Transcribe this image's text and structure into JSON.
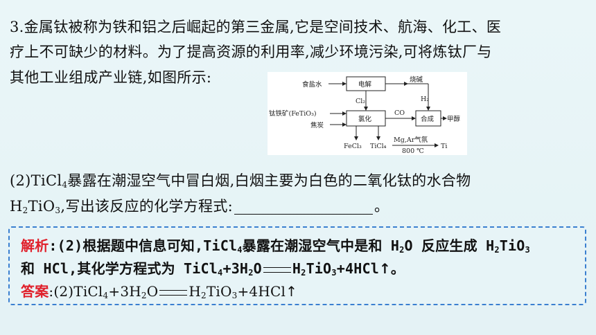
{
  "question": {
    "line1": "3.金属钛被称为铁和铝之后崛起的第三金属,它是空间技术、航海、化工、医",
    "line2": "疗上不可缺少的材料。为了提高资源的利用率,减少环境污染,可将炼钛厂与",
    "line3": "其他工业组成产业链,如图所示:",
    "part2_a_pre": "(2)TiCl",
    "part2_a_sub": "4",
    "part2_a_post": "暴露在潮湿空气中冒白烟,白烟主要为白色的二氧化钛的水合物",
    "part2_b_h": "H",
    "part2_b_sub1": "2",
    "part2_b_ti": "TiO",
    "part2_b_sub2": "3",
    "part2_b_post": ",写出该反应的化学方程式:",
    "part2_b_end": "。"
  },
  "flowchart": {
    "input_salt": "食盐水",
    "box_electrolysis": "电解",
    "output_caustic": "烧碱",
    "label_cl2": "Cl₂",
    "label_h2": "H₂",
    "input_ore": "钛铁矿(FeTiO₃)",
    "input_coke": "焦炭",
    "box_chlorination": "氯化",
    "label_co": "CO",
    "box_synthesis": "合成",
    "output_methanol": "甲醇",
    "output_fecl3": "FeCl₃",
    "output_ticl4": "TiCl₄",
    "label_mg_ar": "Mg,Ar气氛",
    "label_temp": "800 ℃",
    "output_ti": "Ti"
  },
  "answer": {
    "analysis_label": "解析",
    "colon": ":",
    "analysis_a_pre": "(2)根据题中信息可知,TiCl",
    "analysis_a_sub": "4",
    "analysis_a_mid": "暴露在潮湿空气中是和 H",
    "analysis_a_sub2": "2",
    "analysis_a_post": "O 反应生成 H",
    "analysis_a_sub3": "2",
    "analysis_a_end": "TiO",
    "analysis_a_sub4": "3",
    "analysis_b_pre": "和 HCl,其化学方程式为 TiCl",
    "analysis_b_s1": "4",
    "analysis_b_m1": "+3H",
    "analysis_b_s2": "2",
    "analysis_b_m2": "O",
    "analysis_b_m3": "H",
    "analysis_b_s3": "2",
    "analysis_b_m4": "TiO",
    "analysis_b_s4": "3",
    "analysis_b_m5": "+4HCl",
    "analysis_b_arrow": "↑",
    "analysis_b_end": "。",
    "answer_label": "答案",
    "ans_pre": "(2)TiCl",
    "ans_s1": "4",
    "ans_m1": "+3H",
    "ans_s2": "2",
    "ans_m2": "O",
    "ans_m3": "H",
    "ans_s3": "2",
    "ans_m4": "TiO",
    "ans_s4": "3",
    "ans_m5": "+4HCl",
    "ans_arrow": "↑"
  }
}
